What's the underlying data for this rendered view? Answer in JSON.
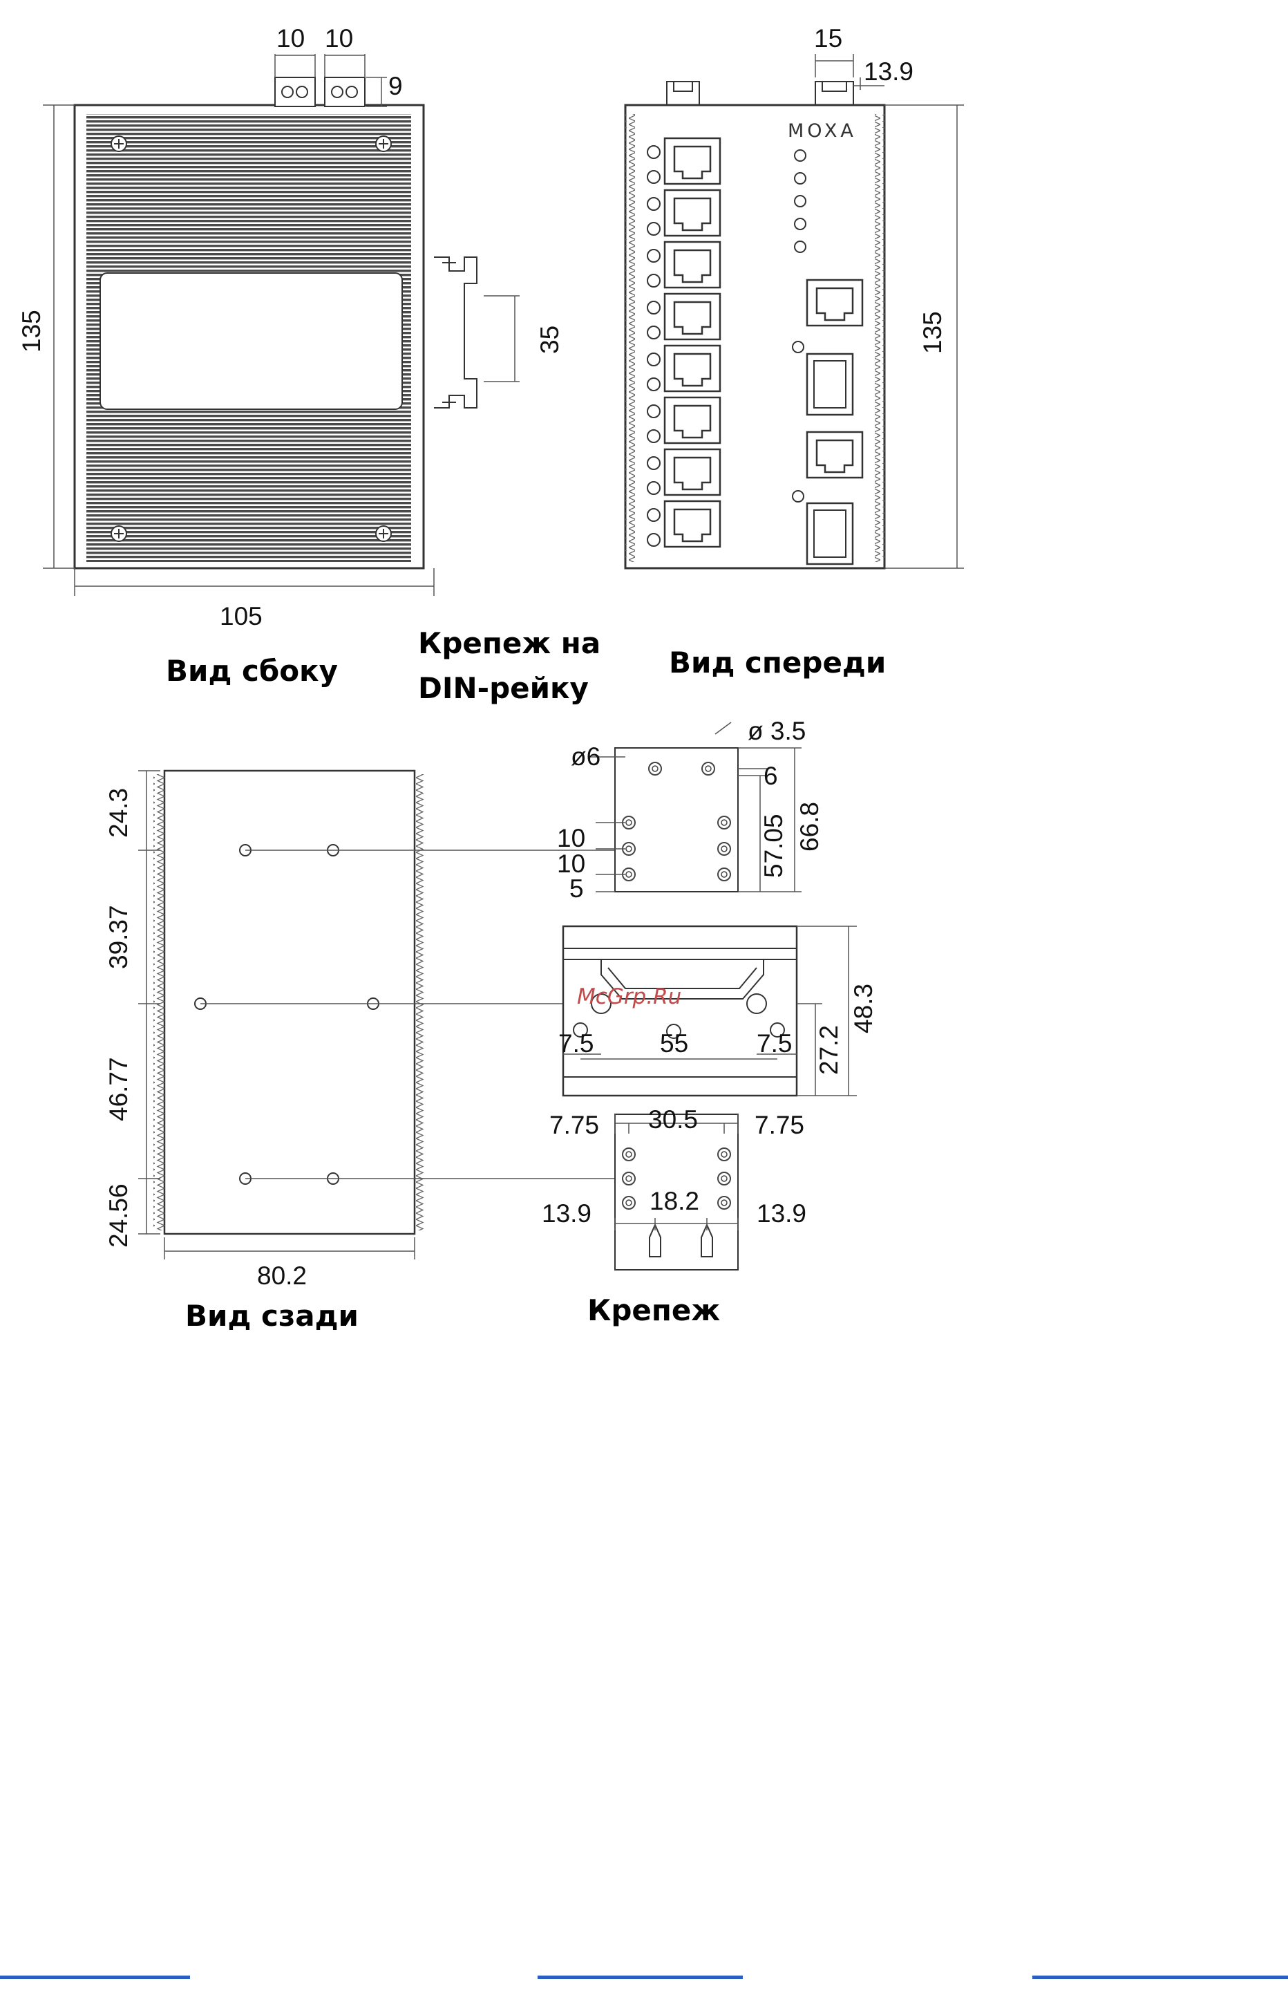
{
  "side_view": {
    "caption": "Вид сбоку",
    "dims": {
      "width": "105",
      "height": "135",
      "terminal_pitch_1": "10",
      "terminal_pitch_2": "10",
      "terminal_height": "9"
    }
  },
  "din_rail": {
    "caption_line1": "Крепеж на",
    "caption_line2": "DIN-рейку",
    "dims": {
      "rail_height": "35"
    }
  },
  "front_view": {
    "caption": "Вид спереди",
    "brand": "MOXA",
    "dims": {
      "clip_width": "15",
      "clip_offset": "13.9",
      "height": "135"
    }
  },
  "rear_view": {
    "caption": "Вид сзади",
    "dims": {
      "width": "80.2",
      "seg_1": "24.3",
      "seg_2": "39.37",
      "seg_3": "46.77",
      "seg_4": "24.56"
    }
  },
  "mount_view": {
    "caption": "Крепеж",
    "top_plate": {
      "hole_large": "ø6",
      "hole_small": "ø 3.5",
      "top_offset": "6",
      "pitch_1": "10",
      "pitch_2": "10",
      "bottom_offset": "5",
      "inner_height": "57.05",
      "outer_height": "66.8"
    },
    "din_clip": {
      "left_offset": "7.5",
      "center": "55",
      "right_offset": "7.5",
      "lower_height": "27.2",
      "total_height": "48.3"
    },
    "bottom_plate": {
      "left_offset": "7.75",
      "center_width": "30.5",
      "right_offset": "7.75",
      "left_edge": "13.9",
      "slot_pitch": "18.2",
      "right_edge": "13.9"
    }
  },
  "watermark": "McGrp.Ru",
  "colors": {
    "line": "#333333",
    "fin": "#555555",
    "footer_bar": "#2a5fbf",
    "watermark": "#c24a4a"
  }
}
